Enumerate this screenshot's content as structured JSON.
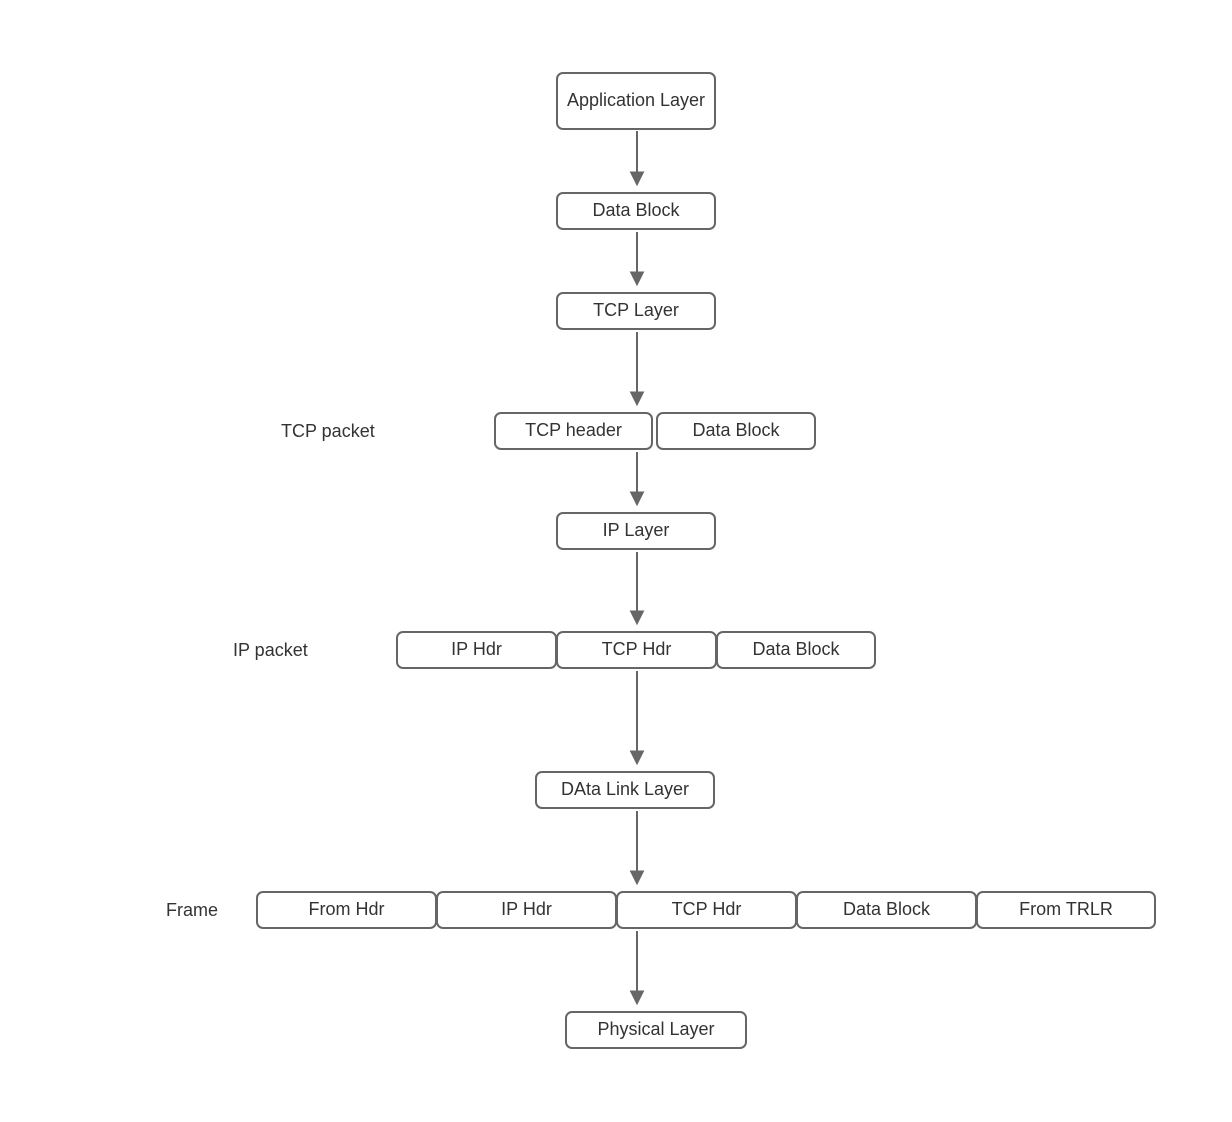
{
  "nodes": {
    "application_layer": "Application Layer",
    "data_block_top": "Data Block",
    "tcp_layer": "TCP Layer",
    "tcp_header": "TCP header",
    "tcp_packet_data_block": "Data Block",
    "ip_layer": "IP Layer",
    "ip_hdr": "IP Hdr",
    "tcp_hdr": "TCP Hdr",
    "ip_packet_data_block": "Data Block",
    "data_link_layer": "DAta Link Layer",
    "frame_from_hdr": "From Hdr",
    "frame_ip_hdr": "IP Hdr",
    "frame_tcp_hdr": "TCP Hdr",
    "frame_data_block": "Data Block",
    "frame_from_trlr": "From TRLR",
    "physical_layer": "Physical Layer"
  },
  "row_labels": {
    "tcp_packet": "TCP packet",
    "ip_packet": "IP packet",
    "frame": "Frame"
  },
  "colors": {
    "box_border": "#666666",
    "box_fill": "#ffffff",
    "text": "#333333",
    "arrow": "#666666",
    "canvas_background": "#ffffff"
  }
}
